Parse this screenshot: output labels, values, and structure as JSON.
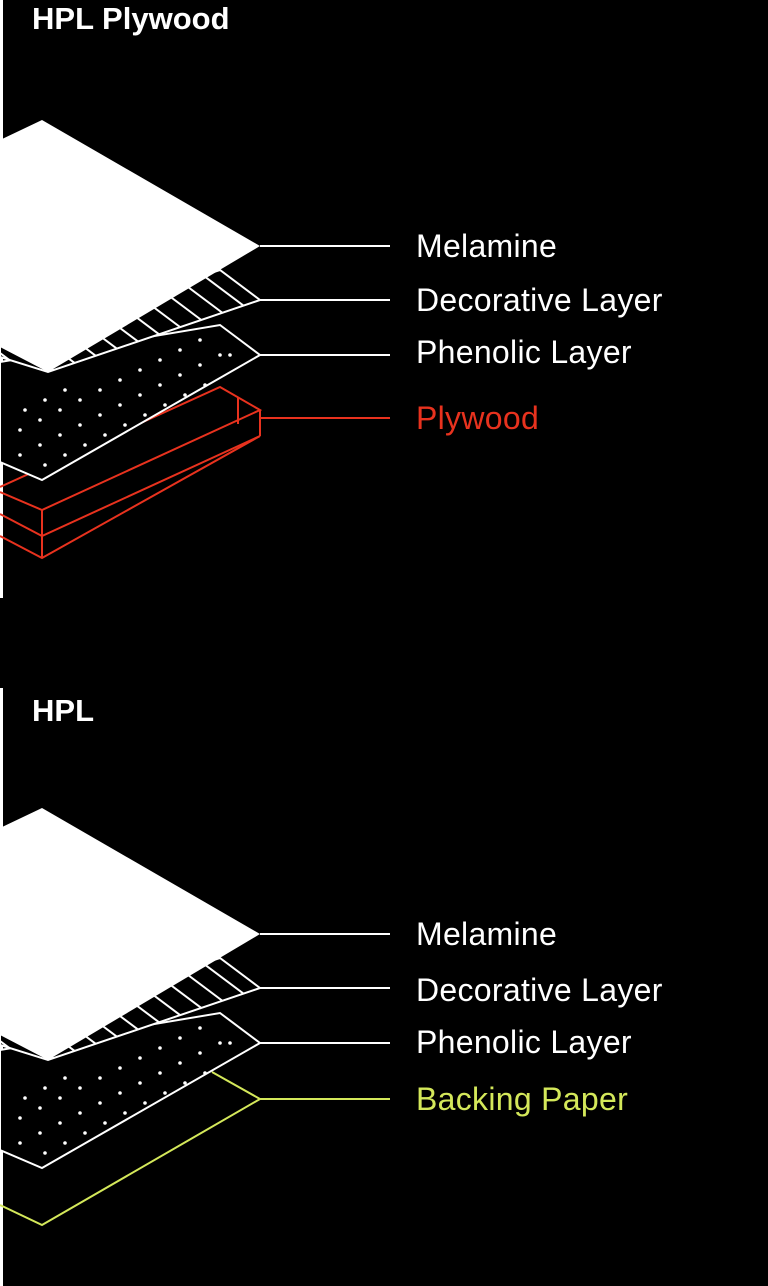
{
  "panels": [
    {
      "title": "HPL Plywood",
      "layers": [
        {
          "label": "Melamine",
          "color": "#ffffff"
        },
        {
          "label": "Decorative Layer",
          "color": "#ffffff"
        },
        {
          "label": "Phenolic Layer",
          "color": "#ffffff"
        },
        {
          "label": "Plywood",
          "color": "#e8321e"
        }
      ]
    },
    {
      "title": "HPL",
      "layers": [
        {
          "label": "Melamine",
          "color": "#ffffff"
        },
        {
          "label": "Decorative Layer",
          "color": "#ffffff"
        },
        {
          "label": "Phenolic Layer",
          "color": "#ffffff"
        },
        {
          "label": "Backing Paper",
          "color": "#d4e85a"
        }
      ]
    }
  ]
}
